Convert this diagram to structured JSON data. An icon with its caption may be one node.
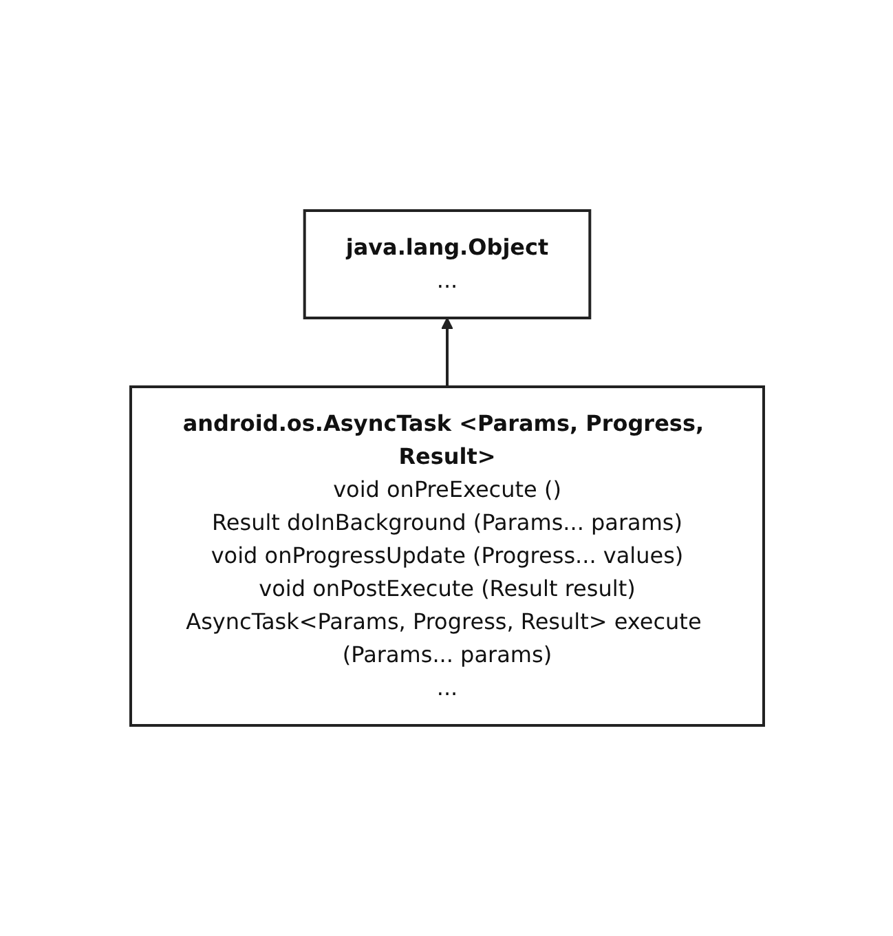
{
  "diagram": {
    "nodes": [
      {
        "text": [
          "java.lang.Object",
          "..."
        ]
      },
      {
        "text": [
          "android.os.AsyncTask <Params, Progress, Result>",
          "void onPreExecute ()",
          "Result doInBackground (Params... params)",
          "void onProgressUpdate (Progress... values)",
          "void onPostExecute (Result result)",
          "AsyncTask<Params, Progress, Result> execute (Params... params)",
          "..."
        ]
      }
    ],
    "edges": [
      {
        "from": 1,
        "to": 0,
        "arrow": "to"
      }
    ]
  }
}
